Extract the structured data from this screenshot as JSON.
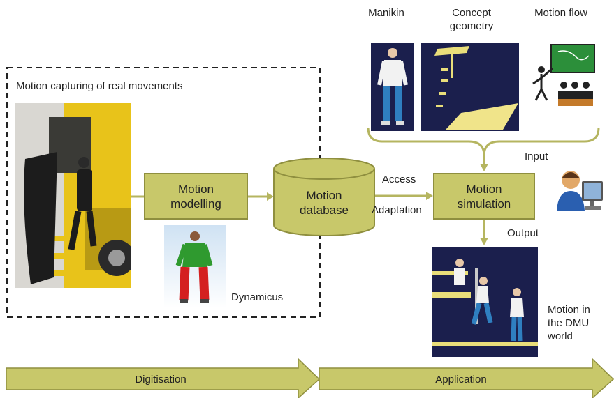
{
  "capture": {
    "title": "Motion capturing of real movements"
  },
  "nodes": {
    "modelling": {
      "line1": "Motion",
      "line2": "modelling"
    },
    "database": {
      "line1": "Motion",
      "line2": "database"
    },
    "simulation": {
      "line1": "Motion",
      "line2": "simulation"
    }
  },
  "labels": {
    "dynamicus": "Dynamicus",
    "access": "Access",
    "adaptation": "Adaptation",
    "input": "Input",
    "output": "Output",
    "manikin": "Manikin",
    "concept_l1": "Concept",
    "concept_l2": "geometry",
    "motion_flow": "Motion flow",
    "dmu_l1": "Motion in",
    "dmu_l2": "the DMU",
    "dmu_l3": "world"
  },
  "phases": {
    "digitisation": "Digitisation",
    "application": "Application"
  },
  "colors": {
    "box_fill": "#c8c86a",
    "box_border": "#8f8f3f",
    "connector": "#b5b560",
    "navy": "#1b1f4d"
  }
}
